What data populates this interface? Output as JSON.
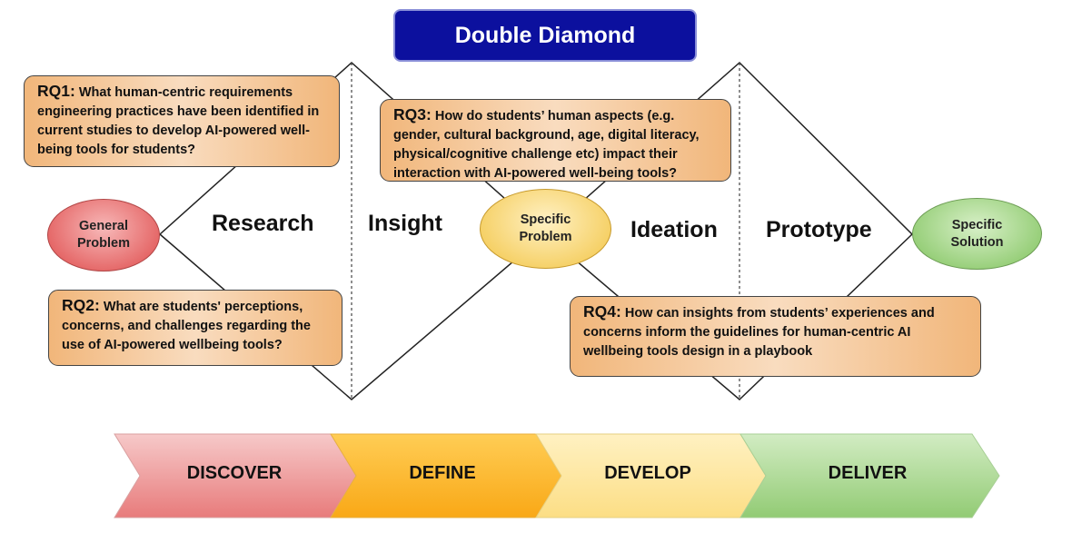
{
  "title": "Double Diamond",
  "research_questions": [
    {
      "id": "RQ1:",
      "text": "What human-centric requirements engineering practices have been identified in current studies to develop AI-powered well-being tools for students?"
    },
    {
      "id": "RQ2:",
      "text": "What are students' perceptions, concerns, and challenges regarding the use of AI-powered wellbeing tools?"
    },
    {
      "id": "RQ3:",
      "text": "How do students’ human aspects (e.g. gender, cultural background, age, digital literacy, physical/cognitive challenge etc) impact their interaction with AI-powered well-being tools?"
    },
    {
      "id": "RQ4:",
      "text": "How can insights from students’ experiences and concerns inform the guidelines for human-centric AI wellbeing tools design in a playbook"
    }
  ],
  "nodes": {
    "general_problem": "General\nProblem",
    "specific_problem": "Specific\nProblem",
    "specific_solution": "Specific\nSolution"
  },
  "phases": {
    "research": "Research",
    "insight": "Insight",
    "ideation": "Ideation",
    "prototype": "Prototype"
  },
  "stages": [
    {
      "label": "DISCOVER",
      "color": "#ec8a8a"
    },
    {
      "label": "DEFINE",
      "color": "#fbb326"
    },
    {
      "label": "DEVELOP",
      "color": "#fde59b"
    },
    {
      "label": "DELIVER",
      "color": "#9fd285"
    }
  ],
  "colors": {
    "title_bg": "#0c109e",
    "rq_box": "#f1b67a"
  }
}
